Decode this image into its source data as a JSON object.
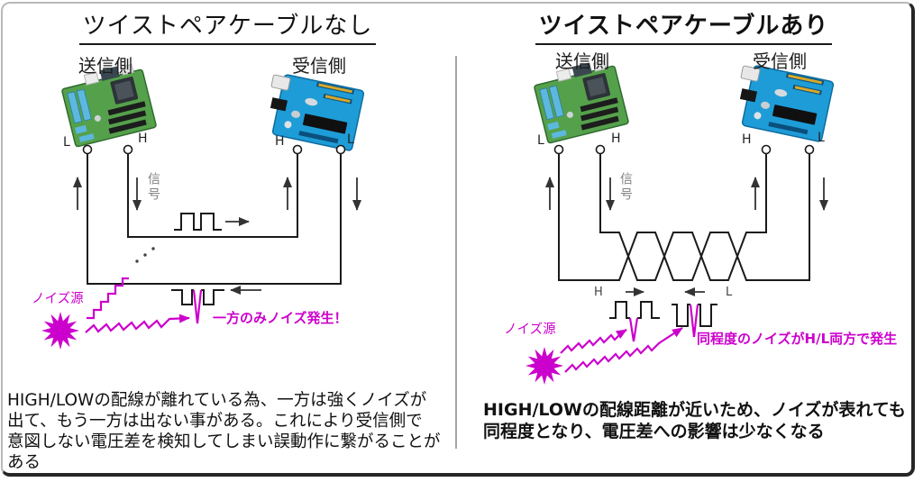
{
  "panels": {
    "left": {
      "title": "ツイストペアケーブルなし",
      "sender_label": "送信側",
      "receiver_label": "受信側",
      "terminal_labels": [
        "L",
        "H",
        "H",
        "L"
      ],
      "signal_label": "信号",
      "noise_source_label": "ノイズ源",
      "noise_callout": "一方のみノイズ発生！",
      "description": "HIGH/LOWの配線が離れている為、一方は強くノイズが\n出て、もう一方は出ない事がある。これにより受信側で\n意図しない電圧差を検知してしまい誤動作に繋がることが\nある"
    },
    "right": {
      "title": "ツイストペアケーブルあり",
      "sender_label": "送信側",
      "receiver_label": "受信側",
      "terminal_labels": [
        "L",
        "H",
        "H",
        "L"
      ],
      "signal_label": "信号",
      "wire_labels": [
        "H",
        "L"
      ],
      "noise_source_label": "ノイズ源",
      "noise_callout": "同程度のノイズがH/L両方で発生",
      "description": "HIGH/LOWの配線距離が近いため、ノイズが表れても\n同程度となり、電圧差への影響は少なくなる"
    }
  },
  "colors": {
    "noise_magenta": "#cc00cc",
    "wire_black": "#1a1a1a",
    "signal_gray": "#808080",
    "divider_gray": "#a6a6a6"
  },
  "icons": {
    "noise_burst": "starburst-shape",
    "sender_board": "green-motherboard-photo",
    "receiver_board": "blue-arduino-photo",
    "arrows": "direction-arrows"
  }
}
